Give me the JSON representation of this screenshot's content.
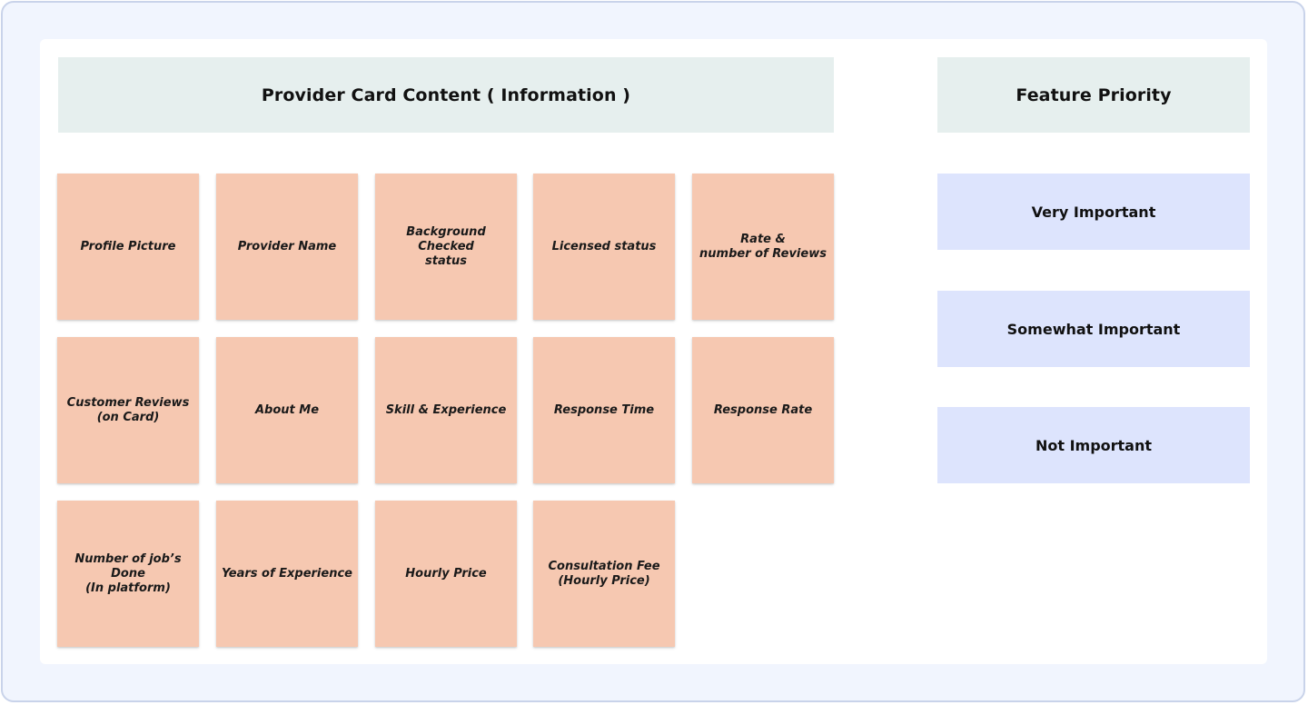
{
  "headers": {
    "content": "Provider Card Content ( Information )",
    "priority": "Feature Priority"
  },
  "stickies": [
    "Profile Picture",
    "Provider Name",
    "Background Checked\nstatus",
    "Licensed status",
    "Rate &\nnumber of Reviews",
    "Customer Reviews\n(on Card)",
    "About Me",
    "Skill & Experience",
    "Response Time",
    "Response Rate",
    "Number of job’s Done\n(In platform)",
    "Years of Experience",
    "Hourly Price",
    "Consultation Fee\n(Hourly Price)"
  ],
  "priorities": [
    "Very Important",
    "Somewhat Important",
    "Not Important"
  ],
  "colors": {
    "sticky": "#f6c8b1",
    "header": "#e6efee",
    "priority": "#dde4fd",
    "frame": "#f1f5fe"
  }
}
